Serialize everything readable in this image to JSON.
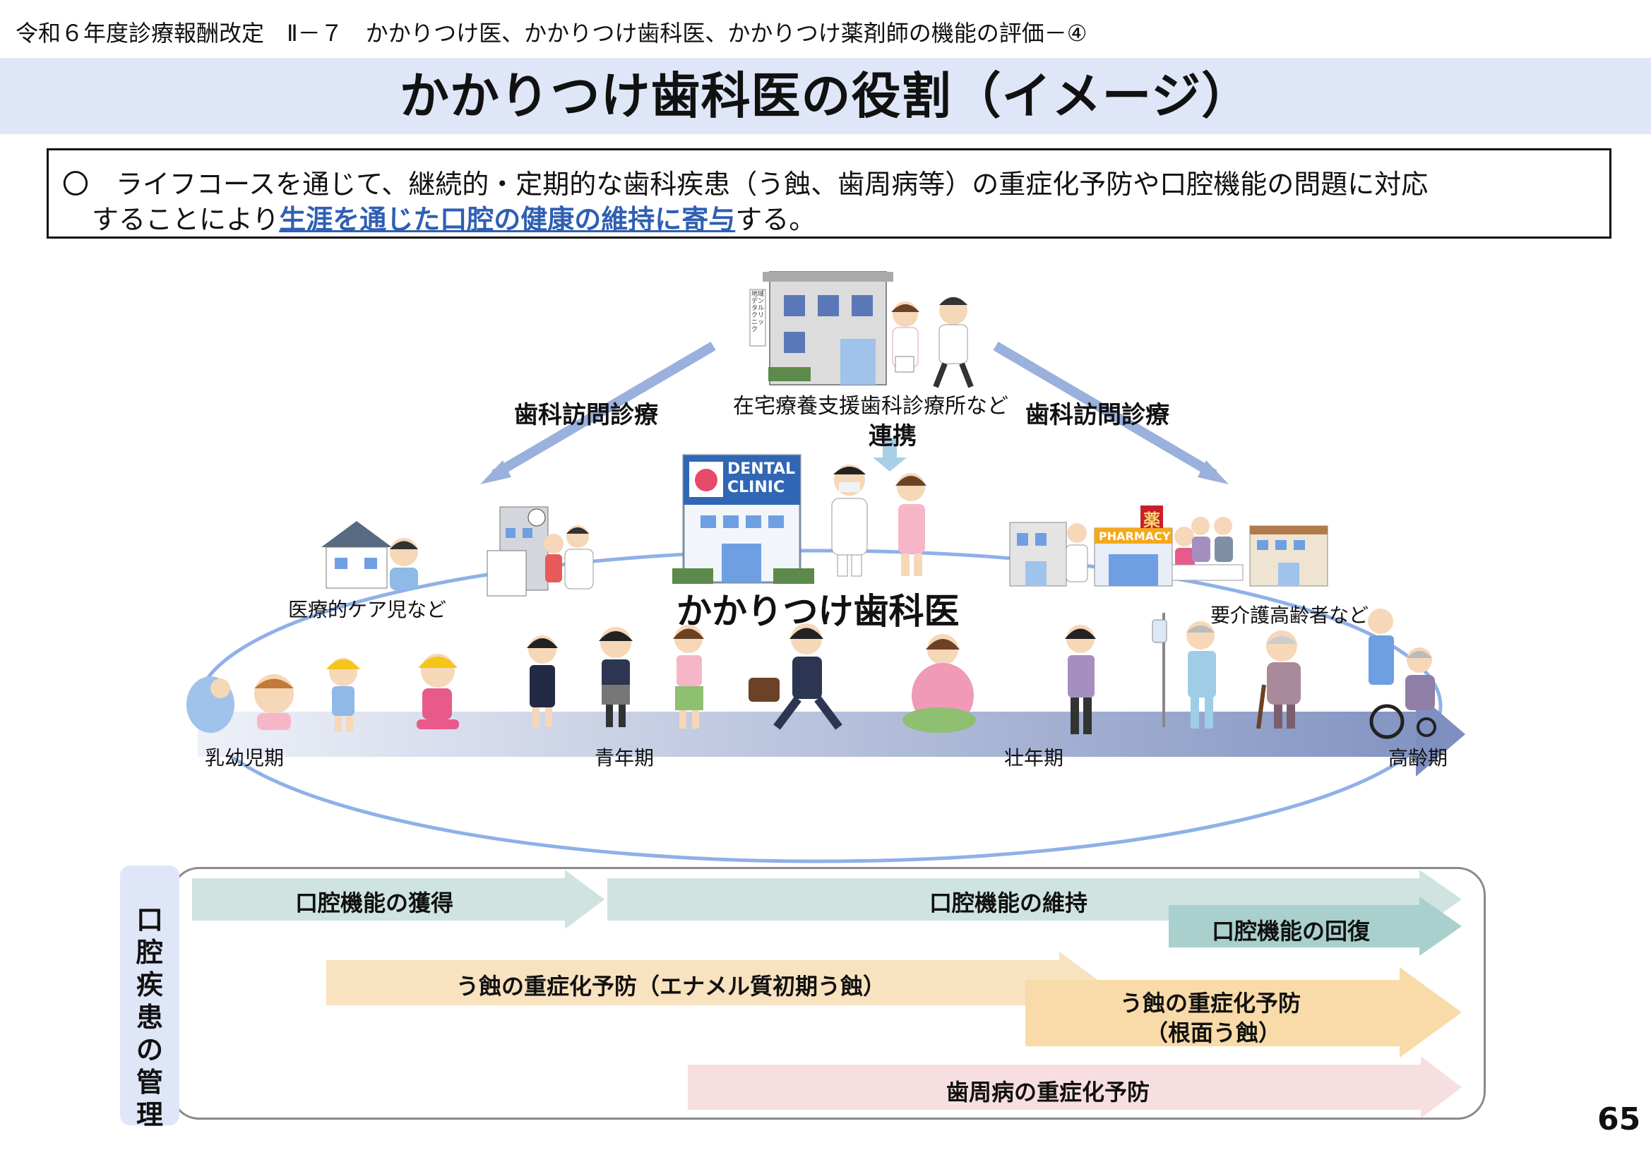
{
  "header": {
    "breadcrumb": "令和６年度診療報酬改定　Ⅱ－７　かかりつけ医、かかりつけ歯科医、かかりつけ薬剤師の機能の評価－④",
    "title": "かかりつけ歯科医の役割（イメージ）"
  },
  "summary": {
    "line1": "〇　ライフコースを通じて、継続的・定期的な歯科疾患（う蝕、歯周病等）の重症化予防や口腔機能の問題に対応",
    "line2_pre": "することにより",
    "line2_emph": "生涯を通じた口腔の健康の維持に寄与",
    "line2_post": "する。"
  },
  "diagram": {
    "top_facility": "在宅療養支援歯科診療所など",
    "visit_left": "歯科訪問診療",
    "visit_right": "歯科訪問診療",
    "cooperation": "連携",
    "clinic_sign_1": "DENTAL",
    "clinic_sign_2": "CLINIC",
    "center_label": "かかりつけ歯科医",
    "medical_care_child": "医療的ケア児など",
    "elderly_care": "要介護高齢者など",
    "pharmacy_sign": "PHARMACY",
    "pharmacy_kanji": "薬",
    "small_clinic_sign": "地域デンタルクリニック"
  },
  "life_stages": [
    "乳幼児期",
    "青年期",
    "壮年期",
    "高齢期"
  ],
  "management": {
    "side_label": "口腔疾患の管理",
    "function_acquire": "口腔機能の獲得",
    "function_maintain": "口腔機能の維持",
    "function_recover": "口腔機能の回復",
    "caries_early": "う蝕の重症化予防（エナメル質初期う蝕）",
    "caries_root_1": "う蝕の重症化予防",
    "caries_root_2": "（根面う蝕）",
    "perio": "歯周病の重症化予防"
  },
  "page_number": "65",
  "colors": {
    "title_band": "#dfe6f7",
    "emphasis_blue": "#2f5fb3",
    "teal_arrow": "#cfe3e0",
    "teal_dark_arrow": "#a9d0cc",
    "peach_arrow": "#f8e2bf",
    "pink_arrow": "#f7dfe1",
    "ellipse": "#8fb0e8"
  }
}
